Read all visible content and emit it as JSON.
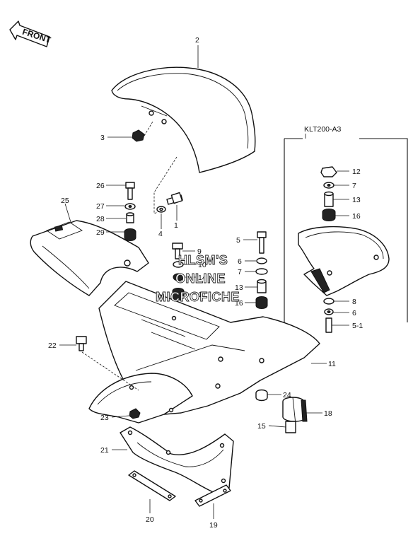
{
  "front_arrow": {
    "text": "FRONT"
  },
  "kit_label": "KLT200-A3",
  "watermark": {
    "line1": "HLSM'S",
    "line2": "ONLINE",
    "line3": "MICROFICHE"
  },
  "callouts": {
    "c2": "2",
    "c3": "3",
    "c26": "26",
    "c27": "27",
    "c28": "28",
    "c29": "29",
    "c25": "25",
    "c4": "4",
    "c1": "1",
    "c5": "5",
    "c6": "6",
    "c7": "7",
    "c13": "13",
    "c16": "16",
    "c9": "9",
    "c10": "10",
    "c14": "14",
    "c17": "17",
    "c11": "11",
    "c22": "22",
    "c24": "24",
    "c18": "18",
    "c15": "15",
    "c23": "23",
    "c21": "21",
    "c20": "20",
    "c19": "19",
    "k12": "12",
    "k7": "7",
    "k13": "13",
    "k16": "16",
    "k8": "8",
    "k6": "6",
    "k51": "5-1"
  }
}
